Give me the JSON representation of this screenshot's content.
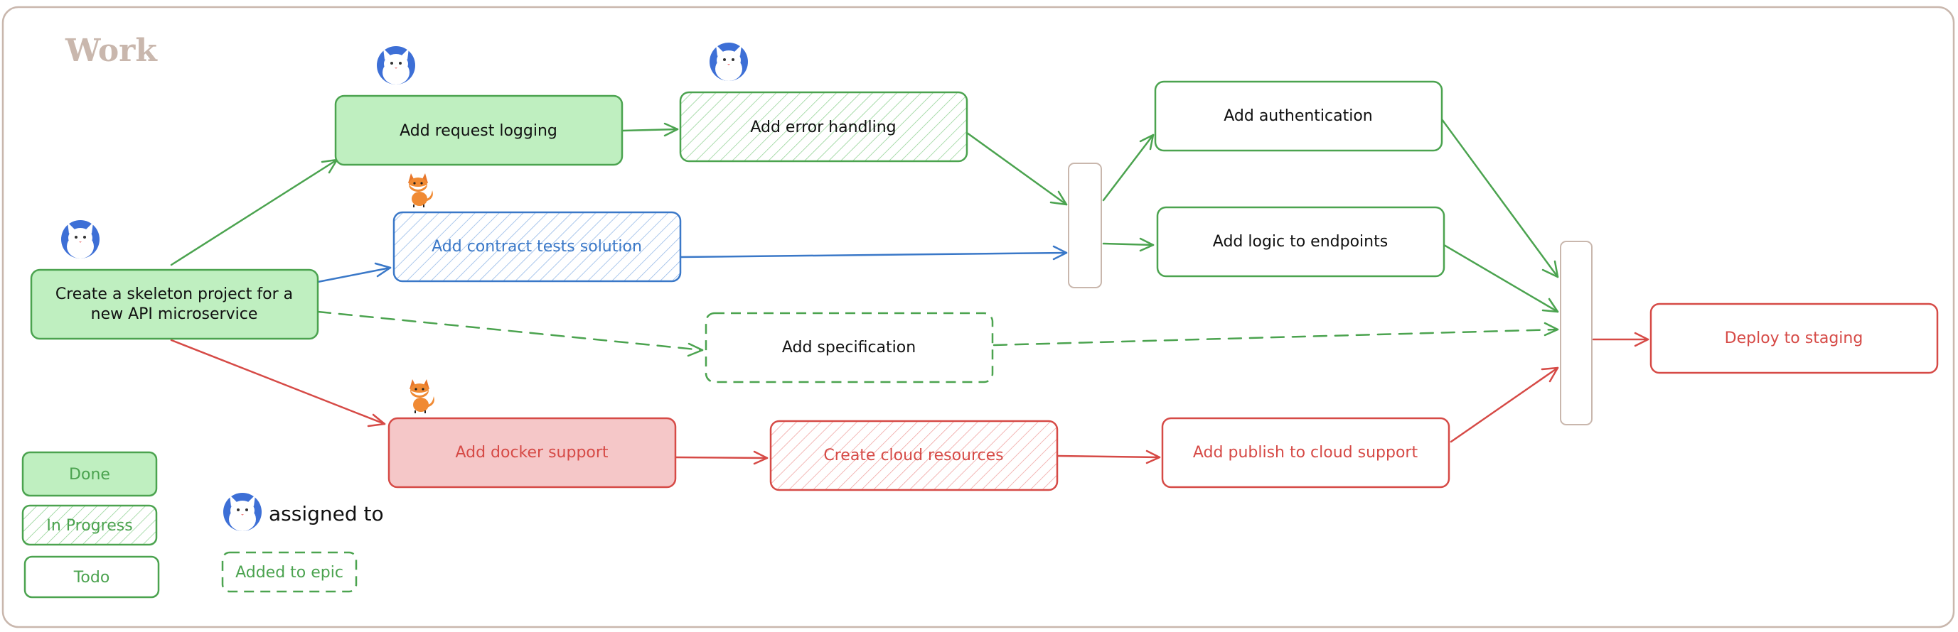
{
  "board": {
    "title": "Work"
  },
  "colors": {
    "green_stroke": "#4ba34f",
    "green_fill": "#bfefc0",
    "blue_stroke": "#3a78c8",
    "red_stroke": "#d64a46",
    "red_fill": "#f5c7c8",
    "frame_stroke": "#c9b7ad",
    "title_text": "#c9b7ad"
  },
  "tasks": {
    "skeleton": {
      "line1": "Create a skeleton project for a",
      "line2": "new API microservice"
    },
    "request_logging": {
      "label": "Add request logging"
    },
    "error_handling": {
      "label": "Add error handling"
    },
    "contract_tests": {
      "label": "Add contract tests solution"
    },
    "specification": {
      "label": "Add specification"
    },
    "authentication": {
      "label": "Add authentication"
    },
    "logic_endpoints": {
      "label": "Add logic to endpoints"
    },
    "docker_support": {
      "label": "Add docker support"
    },
    "cloud_resources": {
      "label": "Create cloud resources"
    },
    "publish_cloud": {
      "label": "Add publish to cloud support"
    },
    "deploy_staging": {
      "label": "Deploy to staging"
    }
  },
  "avatars": {
    "cat": "cat-avatar-icon",
    "fox": "fox-avatar-icon"
  },
  "legend": {
    "done": "Done",
    "in_progress": "In Progress",
    "todo": "Todo",
    "assigned_to": "assigned to",
    "added_to_epic": "Added to epic"
  }
}
